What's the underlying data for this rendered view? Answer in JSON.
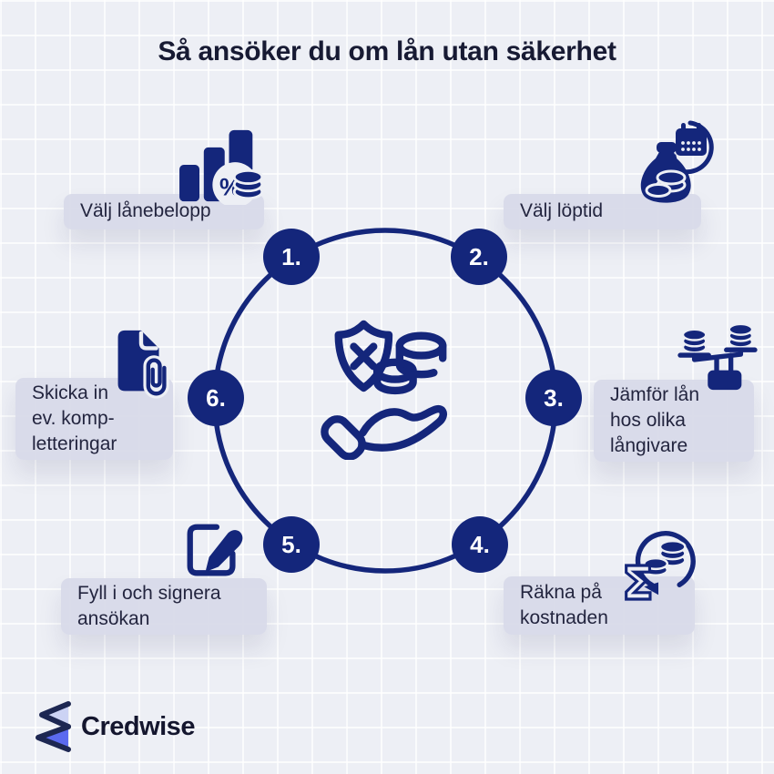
{
  "title": "Så ansöker du om lån utan säkerhet",
  "steps": [
    {
      "number": "1.",
      "label": "Välj lånebelopp",
      "icon": "bar-chart-percent-coins"
    },
    {
      "number": "2.",
      "label": "Välj löptid",
      "icon": "money-bag-calendar-cycle"
    },
    {
      "number": "3.",
      "label": "Jämför lån\nhos olika\nlångivare",
      "icon": "balance-scale-coins"
    },
    {
      "number": "4.",
      "label": "Räkna på\nkostnaden",
      "icon": "sigma-coins-cycle"
    },
    {
      "number": "5.",
      "label": "Fyll i och signera\nansökan",
      "icon": "pen-square"
    },
    {
      "number": "6.",
      "label": "Skicka in\nev. komp-\nletteringar",
      "icon": "document-paperclip"
    }
  ],
  "center_icon": "hand-shield-coins",
  "icon_glyphs": {
    "percent": "%",
    "sigma": "Σ"
  },
  "brand": {
    "name": "Credwise"
  },
  "colors": {
    "background": "#edeff5",
    "grid_line": "#ffffff",
    "navy": "#14267b",
    "title_text": "#171a33",
    "label_text": "#23253f",
    "pill_background": "#d7d9e8",
    "dot_text": "#ffffff",
    "logo_blue": "#5b6af0",
    "logo_light": "#ccd3f4",
    "logo_outline": "#1d2752"
  }
}
